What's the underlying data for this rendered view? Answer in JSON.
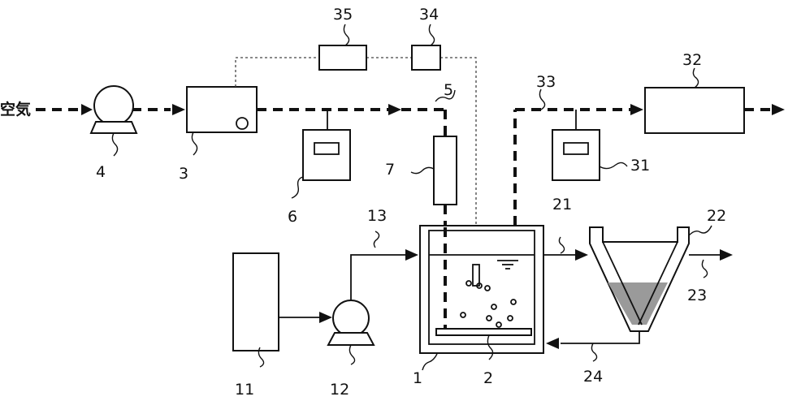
{
  "inlet_label": "空気",
  "components": [
    {
      "id": "1",
      "label": "1"
    },
    {
      "id": "2",
      "label": "2"
    },
    {
      "id": "3",
      "label": "3"
    },
    {
      "id": "4",
      "label": "4"
    },
    {
      "id": "5",
      "label": "5"
    },
    {
      "id": "6",
      "label": "6"
    },
    {
      "id": "7",
      "label": "7"
    },
    {
      "id": "11",
      "label": "11"
    },
    {
      "id": "12",
      "label": "12"
    },
    {
      "id": "13",
      "label": "13"
    },
    {
      "id": "21",
      "label": "21"
    },
    {
      "id": "22",
      "label": "22"
    },
    {
      "id": "23",
      "label": "23"
    },
    {
      "id": "24",
      "label": "24"
    },
    {
      "id": "31",
      "label": "31"
    },
    {
      "id": "32",
      "label": "32"
    },
    {
      "id": "33",
      "label": "33"
    },
    {
      "id": "34",
      "label": "34"
    },
    {
      "id": "35",
      "label": "35"
    }
  ]
}
